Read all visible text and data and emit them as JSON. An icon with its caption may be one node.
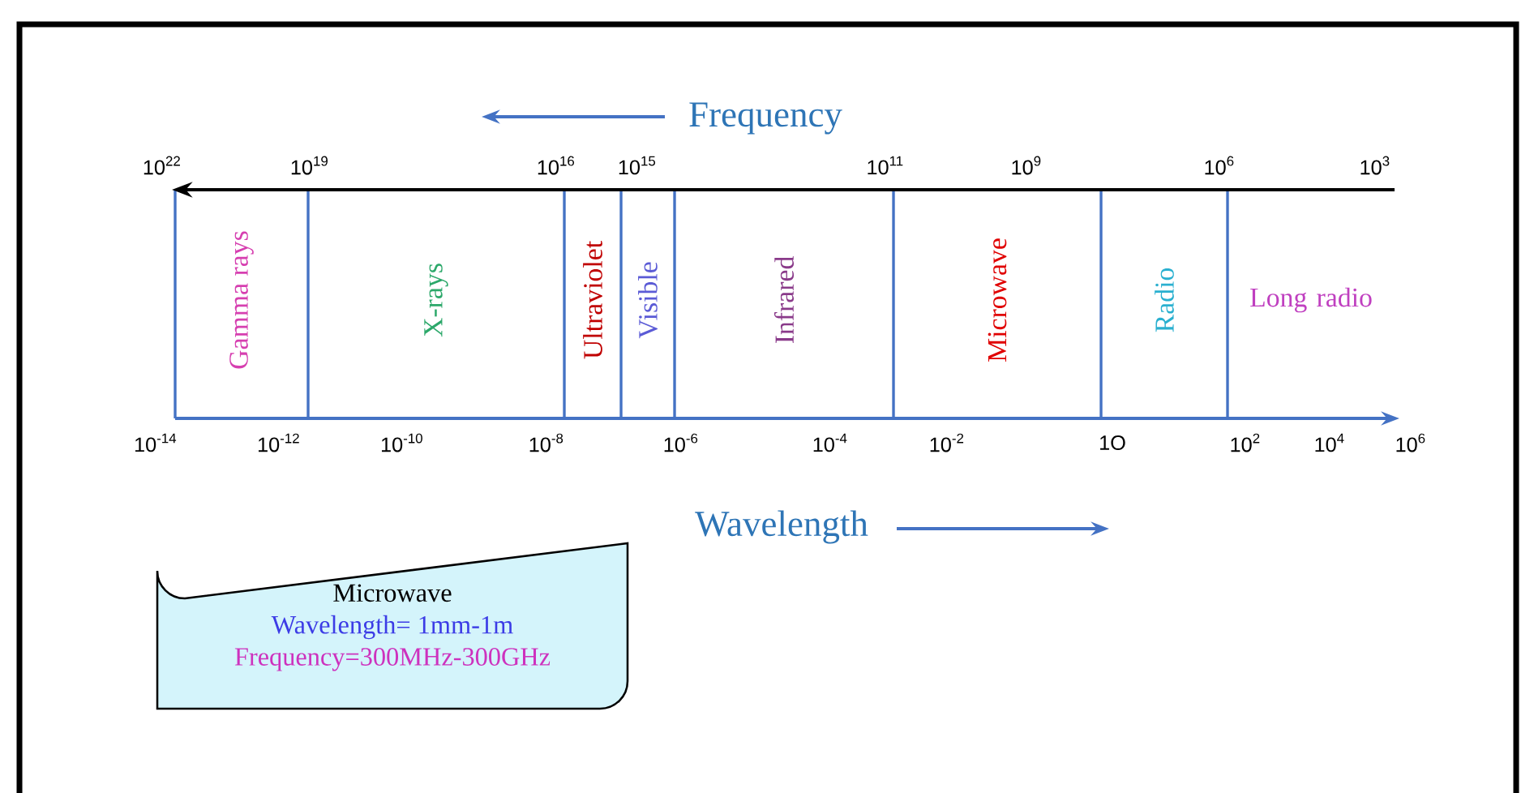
{
  "diagram": {
    "nodes": [
      {
        "text": [
          "Gamma rays"
        ]
      },
      {
        "text": [
          "X-rays"
        ]
      },
      {
        "text": [
          "Ultraviolet"
        ]
      },
      {
        "text": [
          "Visible"
        ]
      },
      {
        "text": [
          "Infrared"
        ]
      },
      {
        "text": [
          "Microwave"
        ]
      },
      {
        "text": [
          "Radio"
        ]
      },
      {
        "text": [
          "Long radio"
        ]
      },
      {
        "text": [
          "Microwave",
          "Wavelength= 1mm-1m",
          "Frequency=300MHz-300GHz"
        ]
      }
    ],
    "labels": [
      "Frequency",
      "10$^{22}$",
      "10$^{19}$",
      "10$^{16}$",
      "10$^{15}$",
      "10$^{11}$",
      "10$^{9}$",
      "10$^{6}$",
      "10$^{3}$",
      "10$^{-14}$",
      "10$^{-12}$",
      "10$^{-10}$",
      "10$^{-8}$",
      "10$^{-6}$",
      "10$^{-4}$",
      "10$^{-2}$",
      "1O",
      "10$^{2}$",
      "10$^{4}$",
      "10$^{6}$",
      "Wavelength"
    ]
  }
}
